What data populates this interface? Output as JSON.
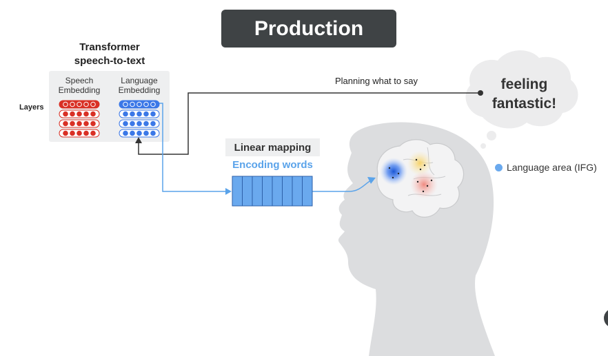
{
  "title": "Production",
  "transformer": {
    "title_line1": "Transformer",
    "title_line2": "speech-to-text",
    "speech_label_line1": "Speech",
    "speech_label_line2": "Embedding",
    "language_label_line1": "Language",
    "language_label_line2": "Embedding",
    "layers_label": "Layers",
    "layer_count": 4,
    "dots_per_layer": 5
  },
  "arrow_label": "Planning what to say",
  "linear_mapping": {
    "label": "Linear mapping",
    "sublabel": "Encoding words",
    "cell_count": 8
  },
  "thought": {
    "line1": "feeling",
    "line2": "fantastic!"
  },
  "legend": {
    "label": "Language area (IFG)",
    "color": "#6aa9ee"
  },
  "colors": {
    "title_bg": "#3f4345",
    "speech_red": "#d93025",
    "language_blue": "#3b78e7",
    "encoding_blue": "#5aa3ea",
    "head_gray": "#dcdddf",
    "brain_gray": "#e9eaeb"
  }
}
